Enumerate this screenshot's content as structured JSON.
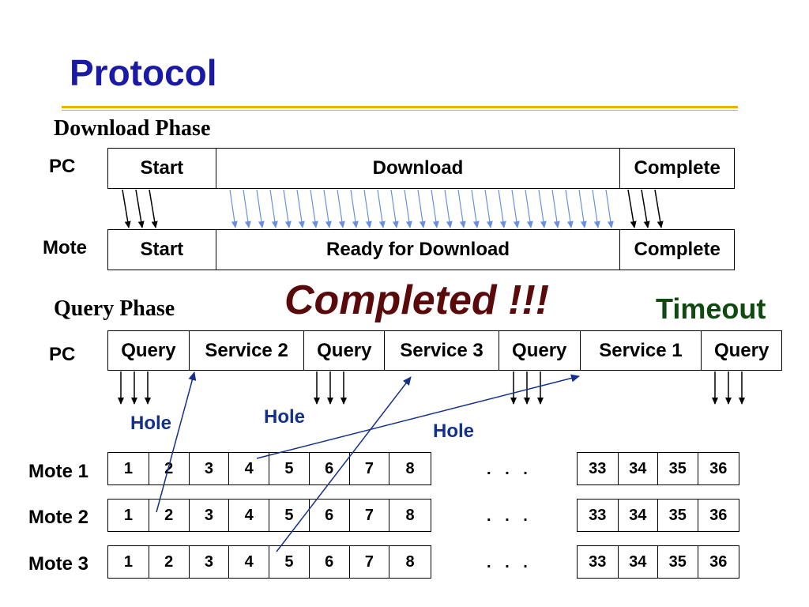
{
  "title": "Protocol",
  "download_phase": {
    "heading": "Download Phase",
    "pc_label": "PC",
    "mote_label": "Mote",
    "pc_cells": [
      "Start",
      "Download",
      "Complete"
    ],
    "mote_cells": [
      "Start",
      "Ready for Download",
      "Complete"
    ]
  },
  "completed_text": "Completed !!!",
  "timeout_text": "Timeout",
  "query_phase": {
    "heading": "Query Phase",
    "pc_label": "PC",
    "pc_cells": [
      "Query",
      "Service 2",
      "Query",
      "Service 3",
      "Query",
      "Service 1",
      "Query"
    ],
    "holes": [
      "Hole",
      "Hole",
      "Hole"
    ],
    "motes": [
      {
        "label": "Mote 1",
        "first": [
          "1",
          "2",
          "3",
          "4",
          "5",
          "6",
          "7",
          "8"
        ],
        "ellipsis": ". . .",
        "last": [
          "33",
          "34",
          "35",
          "36"
        ]
      },
      {
        "label": "Mote 2",
        "first": [
          "1",
          "2",
          "3",
          "4",
          "5",
          "6",
          "7",
          "8"
        ],
        "ellipsis": ". . .",
        "last": [
          "33",
          "34",
          "35",
          "36"
        ]
      },
      {
        "label": "Mote 3",
        "first": [
          "1",
          "2",
          "3",
          "4",
          "5",
          "6",
          "7",
          "8"
        ],
        "ellipsis": ". . .",
        "last": [
          "33",
          "34",
          "35",
          "36"
        ]
      }
    ]
  },
  "colors": {
    "title": "#1a1aa6",
    "rule": "#e8b400",
    "completed": "#5a0a0a",
    "timeout": "#104a10",
    "hole": "#13308c",
    "download_arrows": "#6b8fe0",
    "query_lines": "#13308c"
  }
}
